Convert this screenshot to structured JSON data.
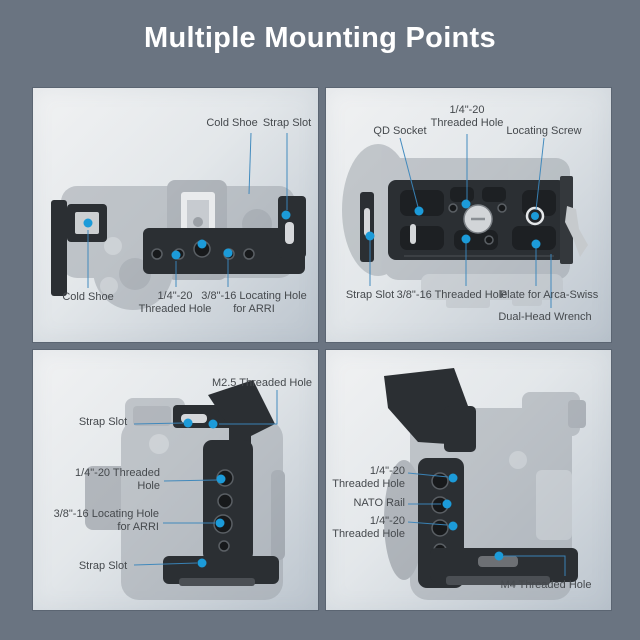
{
  "title": "Multiple Mounting Points",
  "colors": {
    "background": "#6A7481",
    "panel_top": "#F1F2F3",
    "panel_bottom": "#BCC5CE",
    "title_text": "#FFFFFF",
    "label_text": "#45494D",
    "leader_line": "#3A86BC",
    "mount_dot": "#1C9BD9",
    "cage_dark": "#2B2F33",
    "ghost_gray": "#9FA5AC"
  },
  "panels": [
    {
      "name": "top-view",
      "labels": {
        "cold_shoe_top": "Cold Shoe",
        "strap_slot": "Strap Slot",
        "cold_shoe_bottom": "Cold Shoe",
        "quarter20": "1/4\"-20 Threaded Hole",
        "arri_locating": "3/8\"-16 Locating Hole for ARRI"
      }
    },
    {
      "name": "bottom-view",
      "labels": {
        "qd_socket": "QD Socket",
        "quarter20": "1/4\"-20 Threaded Hole",
        "locating_screw": "Locating Screw",
        "strap_slot": "Strap Slot",
        "three_eighth": "3/8\"-16 Threaded Hole",
        "arca": "Plate for Arca-Swiss",
        "wrench": "Dual-Head Wrench"
      }
    },
    {
      "name": "handle-side-view",
      "labels": {
        "m25": "M2.5 Threaded Hole",
        "strap_top": "Strap Slot",
        "quarter20": "1/4\"-20 Threaded Hole",
        "arri_locating": "3/8\"-16 Locating Hole for ARRI",
        "strap_bottom": "Strap Slot"
      }
    },
    {
      "name": "grip-side-view",
      "labels": {
        "quarter20_top": "1/4\"-20 Threaded Hole",
        "nato": "NATO Rail",
        "quarter20_bottom": "1/4\"-20 Threaded Hole",
        "m4": "M4 Threaded Hole"
      }
    }
  ]
}
